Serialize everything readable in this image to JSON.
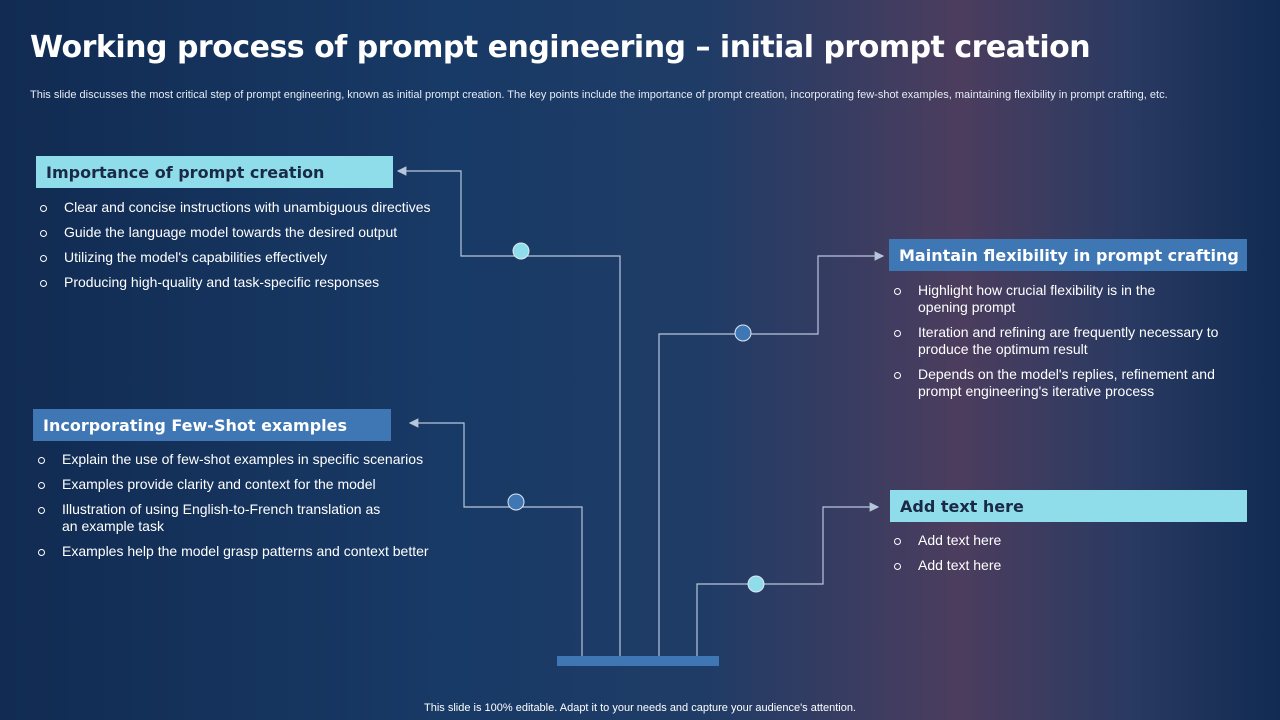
{
  "title": "Working process of prompt engineering – initial prompt creation",
  "description": "This slide discusses the most critical step of prompt engineering, known as initial prompt creation. The key points include the importance of prompt creation, incorporating few-shot examples, maintaining flexibility in prompt crafting, etc.",
  "sections": [
    {
      "heading": "Importance of prompt creation",
      "items": [
        "Clear and concise instructions with unambiguous directives",
        "Guide the language model towards the desired output",
        "Utilizing the model's capabilities effectively",
        "Producing high-quality and task-specific responses"
      ]
    },
    {
      "heading": "Incorporating Few-Shot examples",
      "items": [
        "Explain the use of few-shot examples in specific scenarios",
        "Examples provide clarity and context for the model",
        "Illustration of using English-to-French translation as an example task",
        "Examples help the model grasp patterns and context better"
      ]
    },
    {
      "heading": "Maintain flexibility in prompt crafting",
      "items": [
        "Highlight how crucial flexibility is in the opening prompt",
        "Iteration and refining are frequently necessary to produce the optimum result",
        "Depends on the model's replies, refinement and prompt engineering's iterative process"
      ]
    },
    {
      "heading": "Add text here",
      "items": [
        "Add text here",
        "Add text here"
      ]
    }
  ],
  "footer": "This slide is 100% editable. Adapt it to your needs and capture your audience's attention.",
  "colors": {
    "light_box": "#8fdcea",
    "dark_box": "#3f76b4",
    "node_light": "#8fdcea",
    "node_dark": "#3f76b4",
    "connector": "#b8c6dc"
  }
}
